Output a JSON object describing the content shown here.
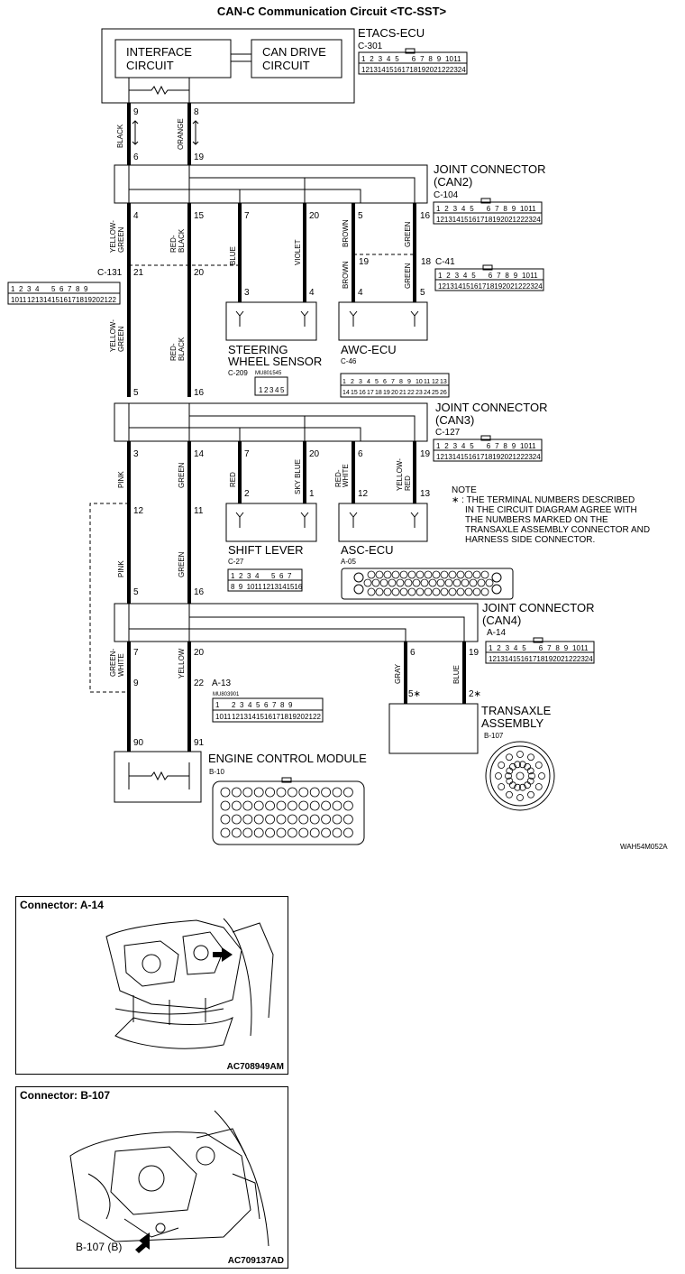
{
  "title": "CAN-C Communication Circuit <TC-SST>",
  "etacs": {
    "name": "ETACS-ECU",
    "conn": "C-301",
    "interface": [
      "INTERFACE",
      "CIRCUIT"
    ],
    "can_drive": [
      "CAN DRIVE",
      "CIRCUIT"
    ]
  },
  "jc2": {
    "name": "JOINT CONNECTOR",
    "sub": "(CAN2)",
    "conn": "C-104",
    "c41": "C-41"
  },
  "jc3": {
    "name": "JOINT CONNECTOR",
    "sub": "(CAN3)",
    "conn": "C-127"
  },
  "jc4": {
    "name": "JOINT CONNECTOR",
    "sub": "(CAN4)",
    "conn": "A-14"
  },
  "c131": "C-131",
  "a13": "A-13",
  "steering": {
    "name1": "STEERING",
    "name2": "WHEEL SENSOR",
    "conn": "C-209"
  },
  "awc": {
    "name": "AWC-ECU",
    "conn": "C-46"
  },
  "shift": {
    "name": "SHIFT LEVER",
    "conn": "C-27"
  },
  "asc": {
    "name": "ASC-ECU",
    "conn": "A-05"
  },
  "transaxle": {
    "name1": "TRANSAXLE",
    "name2": "ASSEMBLY",
    "conn": "B-107"
  },
  "ecm": {
    "name": "ENGINE CONTROL MODULE",
    "conn": "B-10"
  },
  "note": {
    "head": "NOTE",
    "lines": [
      "∗ : THE TERMINAL NUMBERS DESCRIBED",
      "IN THE CIRCUIT DIAGRAM AGREE WITH",
      "THE NUMBERS MARKED ON THE",
      "TRANSAXLE ASSEMBLY CONNECTOR AND",
      "HARNESS SIDE CONNECTOR."
    ]
  },
  "figure_code": "WAH54M052A",
  "wire_colors": {
    "black": "BLACK",
    "orange": "ORANGE",
    "yellow_green": [
      "YELLOW-",
      "GREEN"
    ],
    "red_black": [
      "RED-",
      "BLACK"
    ],
    "blue": "BLUE",
    "violet": "VIOLET",
    "brown": "BROWN",
    "green": "GREEN",
    "pink": "PINK",
    "red": "RED",
    "sky_blue": "SKY BLUE",
    "red_white": [
      "RED-",
      "WHITE"
    ],
    "yellow_red": [
      "YELLOW-",
      "RED"
    ],
    "green_white": [
      "GREEN-",
      "WHITE"
    ],
    "yellow": "YELLOW",
    "gray": "GRAY"
  },
  "pins": {
    "p9": "9",
    "p8": "8",
    "p6": "6",
    "p19": "19",
    "p4": "4",
    "p15": "15",
    "p7": "7",
    "p20": "20",
    "p5": "5",
    "p16": "16",
    "p19b": "19",
    "p18": "18",
    "p21": "21",
    "p20b": "20",
    "p3": "3",
    "p4b": "4",
    "p4c": "4",
    "p5b": "5",
    "p5c": "5",
    "p16b": "16",
    "p3b": "3",
    "p14": "14",
    "p7b": "7",
    "p20c": "20",
    "p6b": "6",
    "p19c": "19",
    "p2": "2",
    "p1": "1",
    "p12": "12",
    "p13": "13",
    "p12b": "12",
    "p11": "11",
    "p5d": "5",
    "p16c": "16",
    "p7c": "7",
    "p20d": "20",
    "p6c": "6",
    "p19d": "19",
    "p9b": "9",
    "p22": "22",
    "p5s": "5∗",
    "p2s": "2∗",
    "p90": "90",
    "p91": "91"
  },
  "connectors": {
    "c301_row1": [
      "1",
      "2",
      "3",
      "4",
      "5",
      "",
      "6",
      "7",
      "8",
      "9",
      "10",
      "11"
    ],
    "c301_row2": [
      "12",
      "13",
      "14",
      "15",
      "16",
      "17",
      "18",
      "19",
      "20",
      "21",
      "22",
      "23",
      "24"
    ],
    "c27_row1": [
      "1",
      "2",
      "3",
      "4",
      "",
      "5",
      "6",
      "7"
    ],
    "c27_row2": [
      "8",
      "9",
      "10",
      "11",
      "12",
      "13",
      "14",
      "15",
      "16"
    ],
    "c131_row1": [
      "1",
      "2",
      "3",
      "4",
      "",
      "5",
      "6",
      "7",
      "8",
      "9"
    ],
    "c131_row2": [
      "10",
      "11",
      "12",
      "13",
      "14",
      "15",
      "16",
      "17",
      "18",
      "19",
      "20",
      "21",
      "22"
    ],
    "c209_row": [
      "1",
      "2",
      "3",
      "4",
      "5"
    ],
    "c46_row1": [
      "1",
      "2",
      "3",
      "4",
      "5",
      "6",
      "7",
      "8",
      "9",
      "10",
      "11",
      "12",
      "13"
    ],
    "c46_row2": [
      "14",
      "15",
      "16",
      "17",
      "18",
      "19",
      "20",
      "21",
      "22",
      "23",
      "24",
      "25",
      "26"
    ],
    "a13_row1": [
      "1",
      "",
      "2",
      "3",
      "4",
      "5",
      "6",
      "7",
      "8",
      "9"
    ],
    "a13_row2": [
      "10",
      "11",
      "12",
      "13",
      "14",
      "15",
      "16",
      "17",
      "18",
      "19",
      "20",
      "21",
      "22"
    ]
  },
  "part_code_mu1": "MU801545",
  "part_code_mu2": "MU803901",
  "photos": [
    {
      "title": "Connector: A-14",
      "code": "AC708949AM"
    },
    {
      "title": "Connector: B-107",
      "code": "AC709137AD",
      "callout": "B-107 (B)"
    }
  ]
}
